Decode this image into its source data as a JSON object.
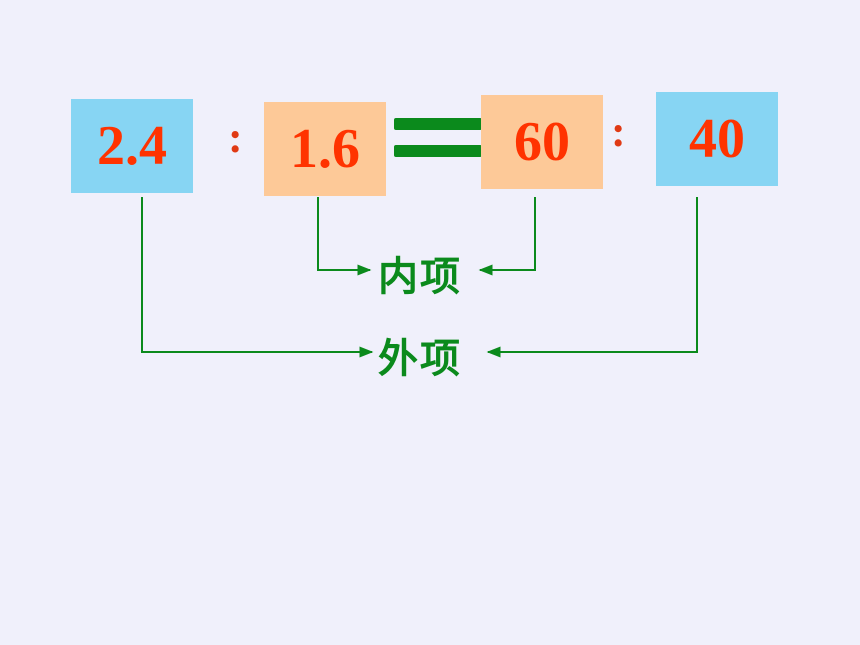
{
  "proportion": {
    "term1": "2.4",
    "separator1": ":",
    "term2": "1.6",
    "term3": "60",
    "separator2": ":",
    "term4": "40"
  },
  "labels": {
    "inner_terms": "内项",
    "outer_terms": "外项"
  },
  "colors": {
    "background": "#f0f0fb",
    "outer_box": "#87d5f3",
    "inner_box": "#fdc998",
    "number_text": "#ff3300",
    "connector": "#0b8a1c"
  }
}
